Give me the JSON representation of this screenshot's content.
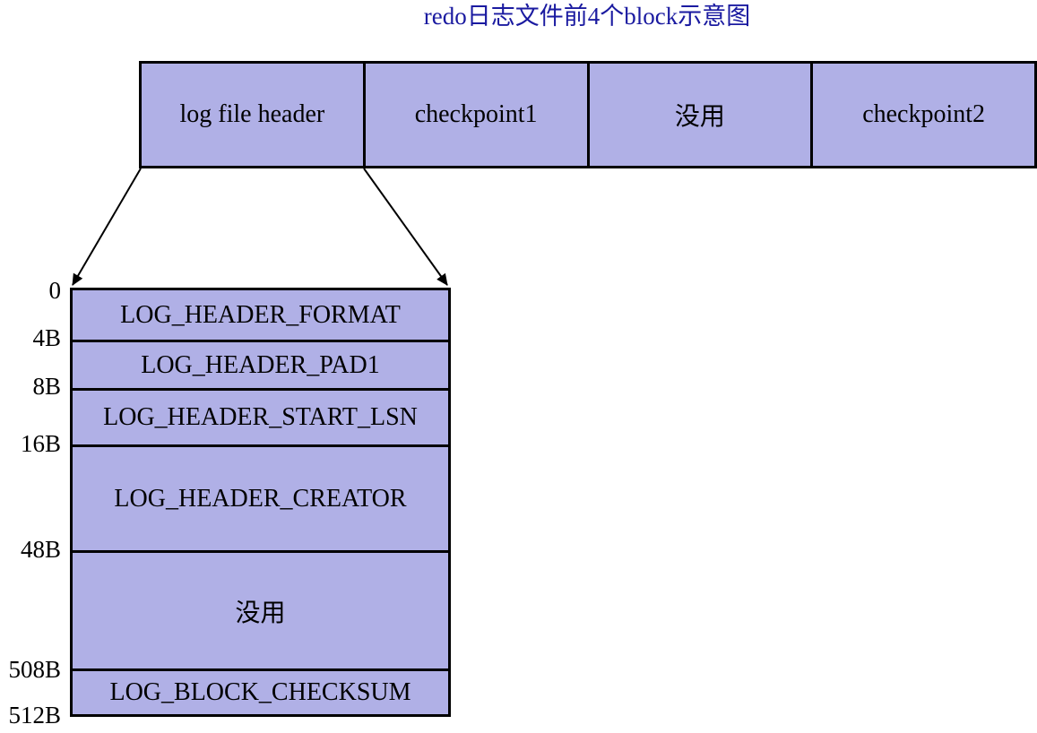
{
  "title": "redo日志文件前4个block示意图",
  "colors": {
    "title": "#1a1aa0",
    "fill": "#b0b0e6",
    "stroke": "#000000"
  },
  "blocks": [
    {
      "label": "log file header"
    },
    {
      "label": "checkpoint1"
    },
    {
      "label": "没用"
    },
    {
      "label": "checkpoint2"
    }
  ],
  "header_fields": [
    {
      "label": "LOG_HEADER_FORMAT"
    },
    {
      "label": "LOG_HEADER_PAD1"
    },
    {
      "label": "LOG_HEADER_START_LSN"
    },
    {
      "label": "LOG_HEADER_CREATOR"
    },
    {
      "label": "没用"
    },
    {
      "label": "LOG_BLOCK_CHECKSUM"
    }
  ],
  "offsets": [
    "0",
    "4B",
    "8B",
    "16B",
    "48B",
    "508B",
    "512B"
  ]
}
